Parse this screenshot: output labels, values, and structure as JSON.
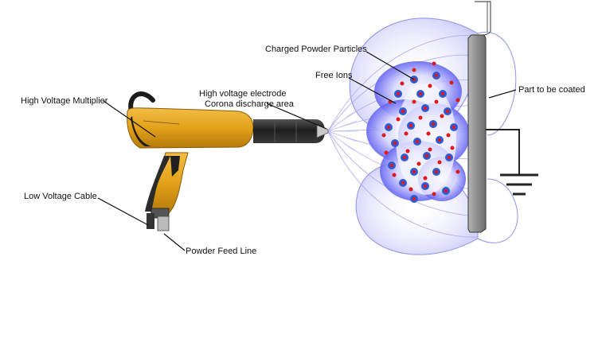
{
  "labels": {
    "high_voltage_multiplier": "High Voltage Multiplier",
    "low_voltage_cable": "Low Voltage Cable",
    "powder_feed_line": "Powder Feed Line",
    "electrode_line1": "High voltage electrode",
    "electrode_line2": "Corona discharge area",
    "charged_particles": "Charged Powder Particles",
    "free_ions": "Free Ions",
    "part_to_be_coated": "Part to be  coated"
  },
  "colors": {
    "gun_body": "#e3a21a",
    "gun_shadow": "#b57a0c",
    "gun_dark": "#2b2b2b",
    "field_lines": "#8f8ff0",
    "cloud_glow": "#6f6ff5",
    "particle_blue": "#2d5bd8",
    "particle_red": "#e01818",
    "ion_red": "#e01818",
    "part_fill": "#9a9a9a",
    "ground": "#222222"
  },
  "icons": {
    "spray_gun": "powder-spray-gun-icon",
    "ground": "ground-symbol-icon"
  }
}
